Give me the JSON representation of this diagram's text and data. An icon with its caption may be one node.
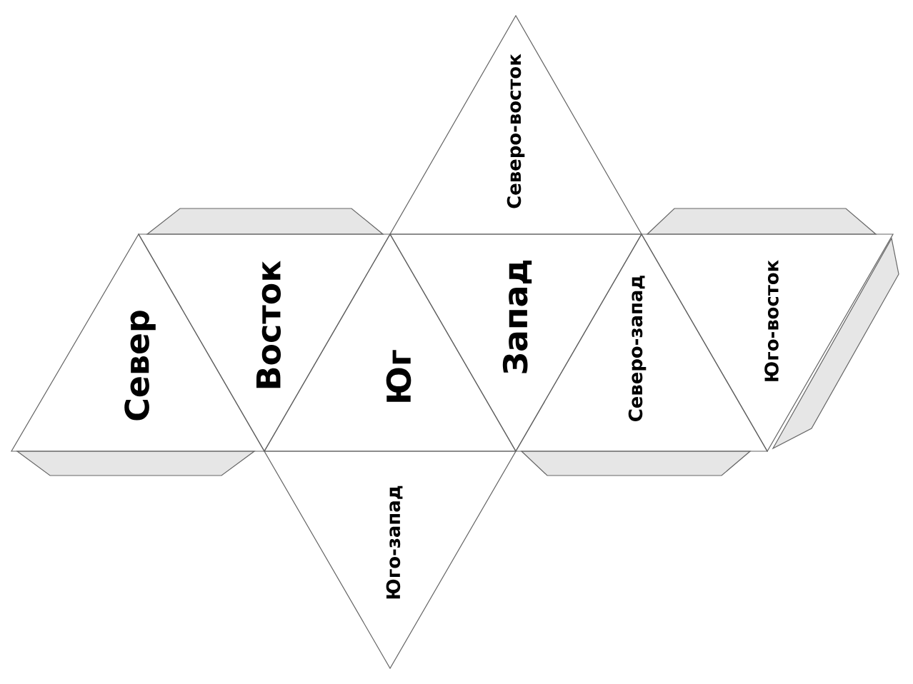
{
  "diagram": {
    "nodes": [
      {
        "text": [
          "Северо-восток"
        ]
      },
      {
        "text": [],
        "shape": "trapezoid"
      },
      {
        "text": [],
        "shape": "trapezoid"
      },
      {
        "text": [
          "Север"
        ]
      },
      {
        "text": [
          "Восток"
        ]
      },
      {
        "text": [
          "Юг"
        ]
      },
      {
        "text": [
          "Запад"
        ]
      },
      {
        "text": [
          "Северо-запад"
        ]
      },
      {
        "text": [
          "Юго-восток"
        ]
      },
      {
        "text": [],
        "shape": "trapezoid"
      },
      {
        "text": [],
        "shape": "trapezoid"
      },
      {
        "text": [],
        "shape": "trapezoid"
      },
      {
        "text": [
          "Юго-запад"
        ]
      }
    ]
  }
}
